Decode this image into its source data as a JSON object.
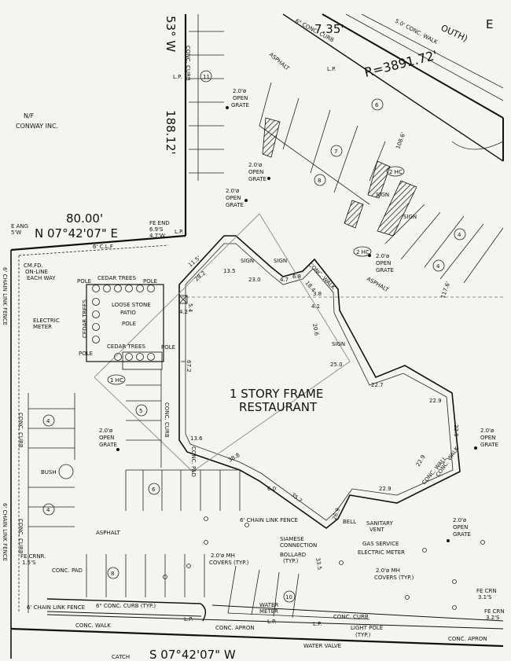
{
  "plan": {
    "header_fragment": "E",
    "street_fragment": "OUTH)",
    "arc_bearing_fragment": "7.35'",
    "curve_radius": "R=3891.72'",
    "curve_chord_fragment": "108.6'",
    "right_arc_dim": "117.6'",
    "left_bearing_fragment": "53° W",
    "left_distance": "188.12'",
    "neighbor": {
      "line1": "N/F",
      "line2": "CONWAY INC."
    },
    "top_boundary_distance": "80.00'",
    "top_boundary_bearing": "N 07°42'07\" E",
    "bottom_boundary_bearing": "S 07°42'07\" W",
    "fence": {
      "top": "6' C.L.F",
      "left_side": "6' CHAIN LINK FENCE",
      "left_side_lower": "6' CHAIN LINK FENCE",
      "lower": "6' CHAIN LINK FENCE",
      "bottom_left": "6' CHAIN LINK FENCE",
      "fe_end": {
        "line1": "FE END",
        "line2": "6.9'S",
        "line3": "4.7'W"
      },
      "e_ang": {
        "line1": "E ANG",
        "line2": "5'W"
      },
      "cm_fd": {
        "line1": "CM.FD.",
        "line2": "ON-LINE",
        "line3": "EACH WAY"
      },
      "fe_crnr_left": {
        "line1": "FE.CRNR.",
        "line2": "1.5'S"
      },
      "fe_crn_right_1": {
        "line1": "FE CRN",
        "line2": "3.1'S"
      },
      "fe_crn_right_2": {
        "line1": "FE CRN",
        "line2": "3.2'S"
      }
    },
    "building": {
      "line1": "1 STORY FRAME",
      "line2": "RESTAURANT"
    },
    "dims": {
      "d115": "11.5'",
      "d282": "28.2",
      "d135": "13.5",
      "d230": "23.0",
      "d47": "4.7",
      "d68": "6.8",
      "d184": "18.4",
      "d54": "5.4",
      "d42": "4.2",
      "d38": "3.8",
      "d41": "4.1",
      "d206": "20.6",
      "d672": "67.2",
      "d250": "25.0",
      "d227": "22.7",
      "d229a": "22.9",
      "d229b": "22.9",
      "d229c": "22.9",
      "d229d": "22.9",
      "d136": "13.6",
      "d388": "38.8",
      "d60": "6.0",
      "d357": "35.7",
      "d269": "26.9",
      "d335": "33.5"
    },
    "labels": {
      "asphalt_top": "ASPHALT",
      "asphalt_right": "ASPHALT",
      "asphalt_left": "ASPHALT",
      "conc_curb_top": "6\" CONC. CURB",
      "conc_walk_top": "5.0' CONC. WALK",
      "conc_curb_mid": "CONC. CURB",
      "conc_curb_left": "CONC. CURB",
      "conc_curb_left2": "CONC. CURB",
      "conc_curb_bottom": "6\" CONC. CURB (TYP.)",
      "conc_curb_bottom2": "CONC. CURB",
      "conc_walk_bottom": "CONC. WALK",
      "conc_apron_1": "CONC. APRON",
      "conc_apron_2": "CONC. APRON",
      "conc_walk_building": "CONC. WALK",
      "conc_walk_curve": "CONC. WALK",
      "conc_wall": "CONC. WALL",
      "conc_pad": "CONC. PAD",
      "conc_pad_left": "CONC. PAD",
      "conc_curb_vertical": "CONC. CURB",
      "sign_1": "SIGN",
      "sign_2": "SIGN",
      "sign_3": "SIGN",
      "sign_4": "SIGN",
      "sign_5": "SIGN",
      "pole_1": "POLE",
      "pole_2": "POLE",
      "pole_3": "POLE",
      "pole_4": "POLE",
      "pole_5": "POLE",
      "cedar_trees_top": "CEDAR TREES",
      "cedar_trees_left": "CEDAR TREES",
      "cedar_trees_bottom": "CEDAR TREES",
      "patio": {
        "line1": "LOOSE STONE",
        "line2": "PATIO"
      },
      "electric_meter_left": {
        "line1": "ELECTRIC",
        "line2": "METER"
      },
      "bush": "BUSH",
      "grate": {
        "line1": "2.0'ø",
        "line2": "OPEN",
        "line3": "GRATE"
      },
      "hc": "2 HC",
      "hc_small": "1 HC",
      "lp": "L.P.",
      "mh_covers": {
        "line1": "2.0'ø MH",
        "line2": "COVERS (TYP.)"
      },
      "siamese": {
        "line1": "SIAMESE",
        "line2": "CONNECTION"
      },
      "bollard": {
        "line1": "BOLLARD",
        "line2": "(TYP.)"
      },
      "bell": "BELL",
      "sanitary_vent": {
        "line1": "SANITARY",
        "line2": "VENT"
      },
      "gas_service": "GAS SERVICE",
      "electric_meter": "ELECTRIC METER",
      "water_meter": {
        "line1": "WATER",
        "line2": "METER"
      },
      "light_pole": {
        "line1": "LIGHT POLE",
        "line2": "(TYP.)"
      },
      "water_valve": "WATER VALVE",
      "catch": "CATCH"
    },
    "stalls": [
      "11",
      "6",
      "7",
      "8",
      "4",
      "4",
      "4",
      "5",
      "6",
      "4",
      "8",
      "10"
    ]
  }
}
